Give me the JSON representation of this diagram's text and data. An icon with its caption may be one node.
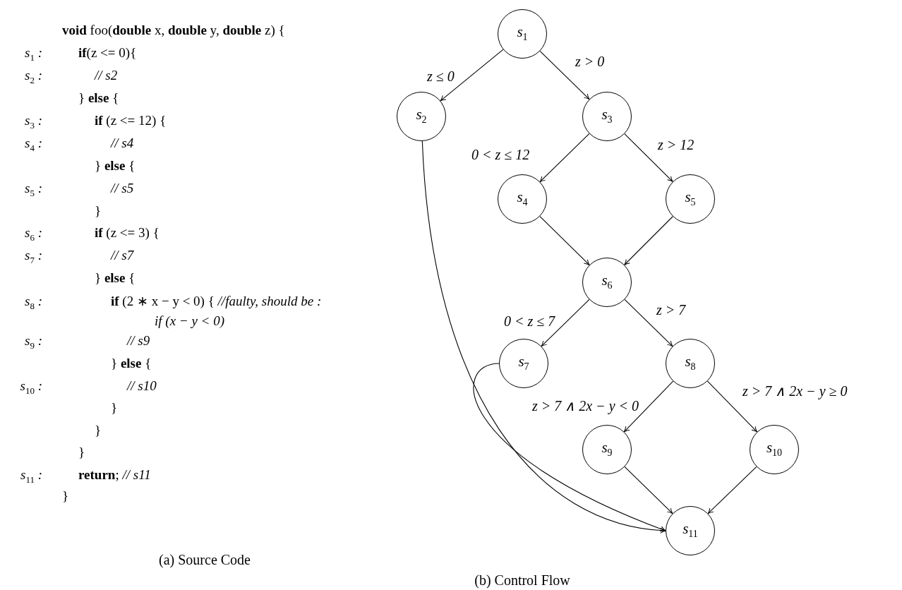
{
  "diagram": {
    "nodes": [
      {
        "text": [
          "s$_{1}$"
        ]
      },
      {
        "text": [
          "s$_{2}$"
        ]
      },
      {
        "text": [
          "s$_{3}$"
        ]
      },
      {
        "text": [
          "s$_{4}$"
        ]
      },
      {
        "text": [
          "s$_{5}$"
        ]
      },
      {
        "text": [
          "s$_{6}$"
        ]
      },
      {
        "text": [
          "s$_{7}$"
        ]
      },
      {
        "text": [
          "s$_{8}$"
        ]
      },
      {
        "text": [
          "s$_{9}$"
        ]
      },
      {
        "text": [
          "s$_{10}$"
        ]
      },
      {
        "text": [
          "s$_{11}$"
        ]
      }
    ],
    "edges": [
      {
        "from": 0,
        "to": 1,
        "arrow": "to",
        "label": "z ≤ 0"
      },
      {
        "from": 0,
        "to": 2,
        "arrow": "to",
        "label": "z > 0"
      },
      {
        "from": 2,
        "to": 3,
        "arrow": "to",
        "label": "0 < z ≤ 12"
      },
      {
        "from": 2,
        "to": 4,
        "arrow": "to",
        "label": "z > 12"
      },
      {
        "from": 3,
        "to": 5,
        "arrow": "to"
      },
      {
        "from": 4,
        "to": 5,
        "arrow": "to"
      },
      {
        "from": 5,
        "to": 6,
        "arrow": "to",
        "label": "0 < z ≤ 7"
      },
      {
        "from": 5,
        "to": 7,
        "arrow": "to",
        "label": "z > 7"
      },
      {
        "from": 7,
        "to": 8,
        "arrow": "to",
        "label": "z > 7 ∧ 2x − y < 0"
      },
      {
        "from": 7,
        "to": 9,
        "arrow": "to",
        "label": "z > 7 ∧ 2x − y ≥ 0"
      },
      {
        "from": 8,
        "to": 10,
        "arrow": "to"
      },
      {
        "from": 9,
        "to": 10,
        "arrow": "to"
      },
      {
        "from": 1,
        "to": 10,
        "arrow": "to"
      },
      {
        "from": 6,
        "to": 10,
        "arrow": "to"
      }
    ],
    "labels": [
      "**void** foo(**double** x, **double** y, **double** z) {",
      "s$_{1}$ :",
      "**if**(z <= 0){",
      "s$_{2}$ :",
      "// s2",
      "} **else** {",
      "s$_{3}$ :",
      "**if** (z <= 12) {",
      "s$_{4}$ :",
      "// s4",
      "} **else** {",
      "s$_{5}$ :",
      "// s5",
      "}",
      "s$_{6}$ :",
      "**if** (z <= 3) {",
      "s$_{7}$ :",
      "// s7",
      "} **else** {",
      "s$_{8}$ :",
      "**if** (2 ∗ x − y < 0) { *//faulty, should be : if (x − y < 0)*",
      "s$_{9}$ :",
      "// s9",
      "} **else** {",
      "s$_{10}$ :",
      "// s10",
      "}",
      "}",
      "}",
      "s$_{11}$ :",
      "**return**; *// s11*",
      "}",
      "(a) Source Code",
      "(b) Control Flow"
    ]
  }
}
